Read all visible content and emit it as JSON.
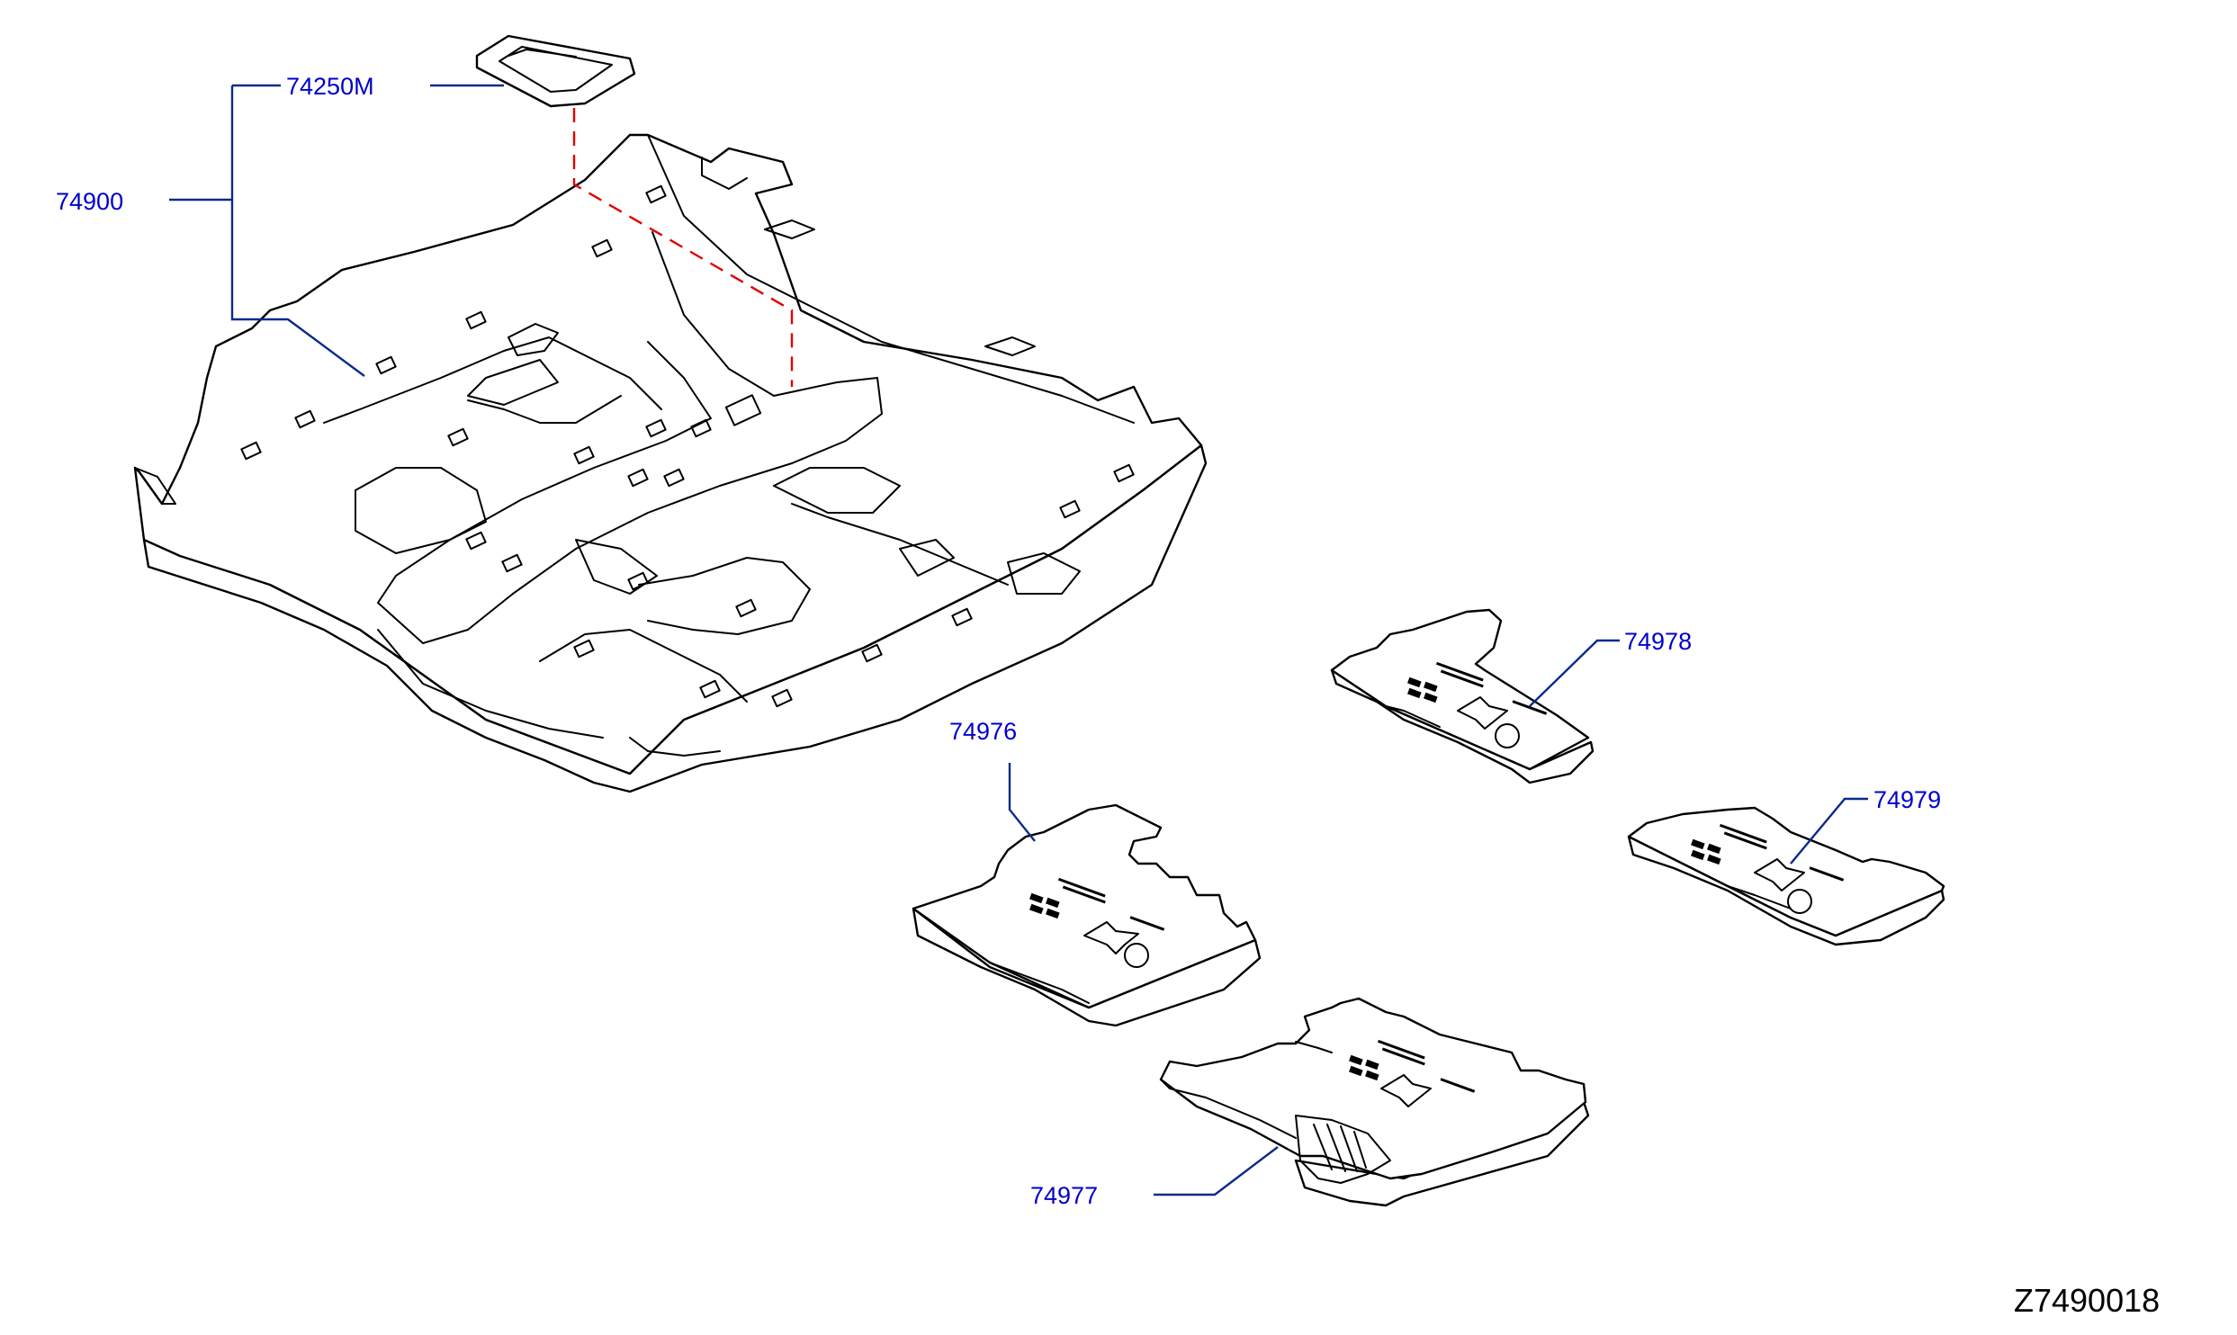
{
  "colors": {
    "part_number_text": "#0000cc",
    "leader_line": "#0a2a8c",
    "dashed_reference": "#e00000",
    "linework": "#000000",
    "background": "#ffffff"
  },
  "callouts": {
    "c74250M": "74250M",
    "c74900": "74900",
    "c74978": "74978",
    "c74976": "74976",
    "c74979": "74979",
    "c74977": "74977"
  },
  "diagram_code": "Z7490018"
}
